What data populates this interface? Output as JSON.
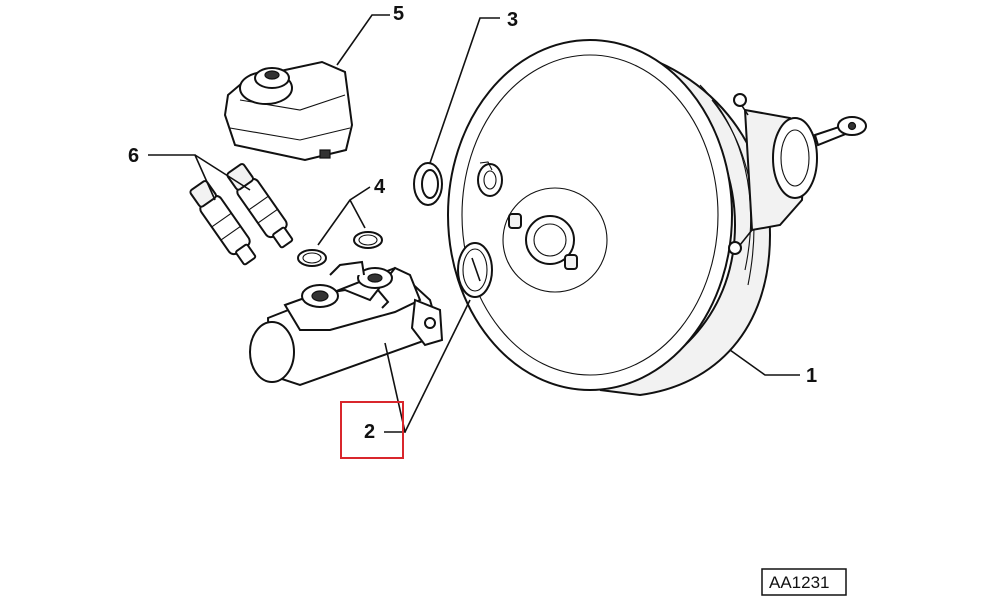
{
  "diagram": {
    "callouts": [
      "1",
      "2",
      "3",
      "4",
      "5",
      "6"
    ],
    "highlighted_callout": "2",
    "reference_code": "AA1231",
    "colors": {
      "line": "#111111",
      "highlight": "#d9262c",
      "background": "#ffffff"
    }
  }
}
